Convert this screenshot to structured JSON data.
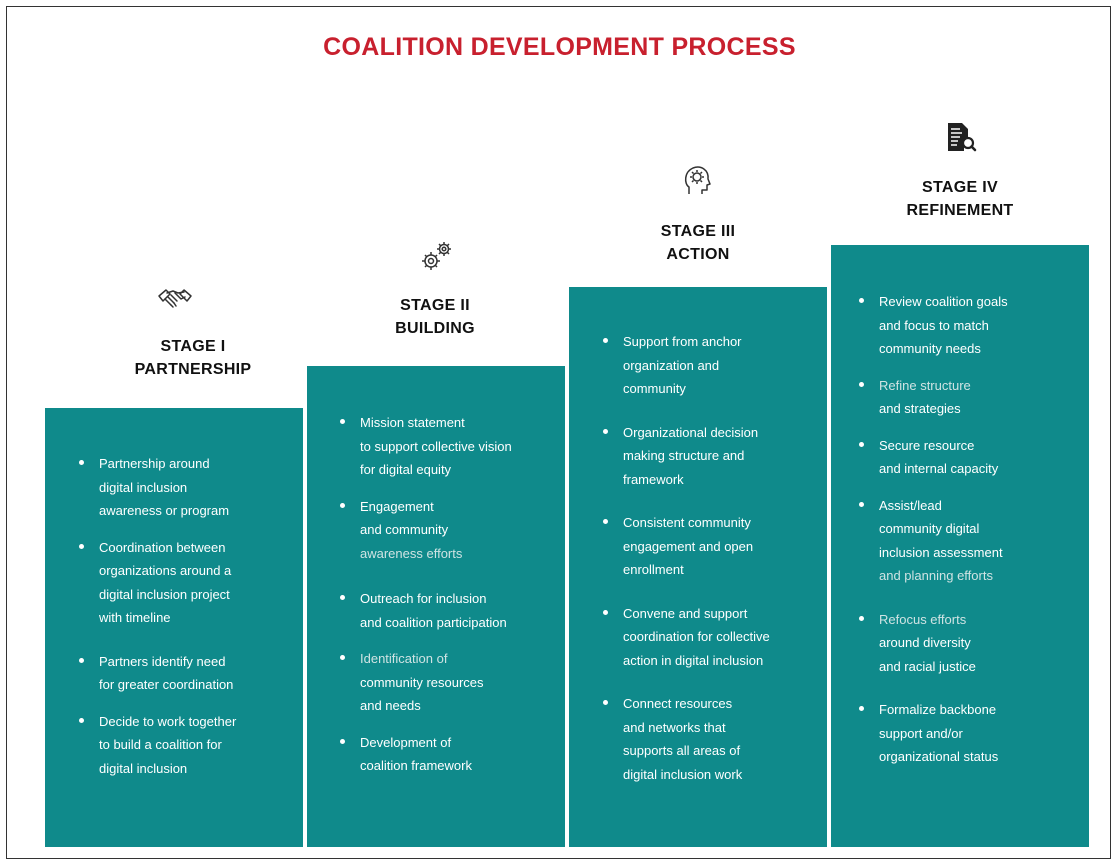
{
  "title": "COALITION DEVELOPMENT PROCESS",
  "colors": {
    "title": "#c8202e",
    "column": "#0f8a8b",
    "text": "#ffffff"
  },
  "stages": [
    {
      "icon": "handshake-icon",
      "heading": [
        "STAGE I",
        "PARTNERSHIP"
      ],
      "items": [
        [
          "Partnership around",
          "digital inclusion",
          "awareness or program"
        ],
        [
          "Coordination between",
          "organizations around a",
          "digital inclusion project",
          "with timeline"
        ],
        [
          "Partners identify need",
          "for greater coordination"
        ],
        [
          "Decide to work together",
          "to build a coalition for",
          "digital inclusion"
        ]
      ]
    },
    {
      "icon": "gears-icon",
      "heading": [
        "STAGE II",
        "BUILDING"
      ],
      "items": [
        [
          "Mission statement",
          "to support collective vision",
          "for digital equity"
        ],
        [
          "Engagement",
          "and community",
          "awareness efforts"
        ],
        [
          "Outreach for inclusion",
          "and coalition participation"
        ],
        [
          "Identification of",
          "community resources",
          "and needs"
        ],
        [
          "Development of",
          "coalition framework"
        ]
      ]
    },
    {
      "icon": "head-gear-icon",
      "heading": [
        "STAGE III",
        "ACTION"
      ],
      "items": [
        [
          "Support from anchor",
          "organization and",
          "community"
        ],
        [
          "Organizational decision",
          "making structure and",
          "framework"
        ],
        [
          "Consistent community",
          "engagement and open",
          "enrollment"
        ],
        [
          "Convene and support",
          "coordination for collective",
          "action in digital inclusion"
        ],
        [
          "Connect resources",
          "and networks that",
          "supports all areas of",
          "digital inclusion work"
        ]
      ]
    },
    {
      "icon": "document-search-icon",
      "heading": [
        "STAGE IV",
        "REFINEMENT"
      ],
      "items": [
        [
          "Review coalition goals",
          "and focus to match",
          "community needs"
        ],
        [
          "Refine structure",
          "and strategies"
        ],
        [
          "Secure resource",
          "and internal capacity"
        ],
        [
          "Assist/lead",
          "community digital",
          "inclusion assessment",
          "and planning efforts"
        ],
        [
          "Refocus efforts",
          "around diversity",
          "and racial justice"
        ],
        [
          "Formalize backbone",
          "support and/or",
          "organizational status"
        ]
      ]
    }
  ]
}
